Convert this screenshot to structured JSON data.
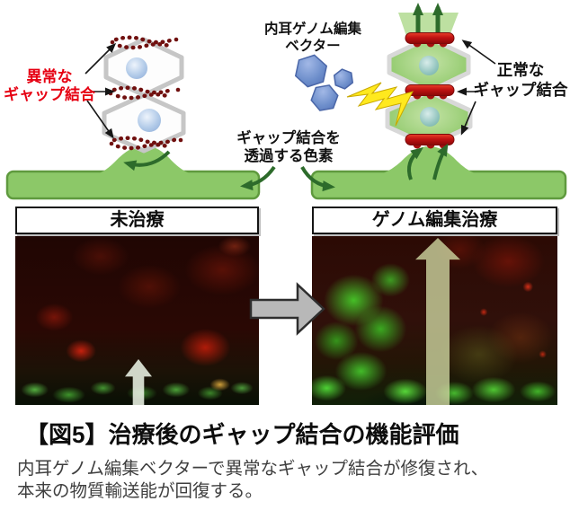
{
  "figure": {
    "labels": {
      "abnormal": {
        "line1": "異常な",
        "line2": "ギャップ結合"
      },
      "vector": {
        "line1": "内耳ゲノム編集",
        "line2": "ベクター"
      },
      "dye": {
        "line1": "ギャップ結合を",
        "line2": "透過する色素"
      },
      "normal": {
        "line1": "正常な",
        "line2": "ギャップ結合"
      }
    },
    "panels": {
      "untreated_title": "未治療",
      "treated_title": "ゲノム編集治療"
    },
    "caption": {
      "title": "【図5】治療後のギャップ結合の機能評価",
      "body1": "内耳ゲノム編集ベクターで異常なギャップ結合が修復され、",
      "body2": "本来の物質輸送能が回復する。"
    },
    "colors": {
      "epithelium_green": "#8cc868",
      "arrow_dark_green": "#2d6b2b",
      "abnormal_label_red": "#e60012",
      "gap_junction_red": "#c01212",
      "vector_blue": "#6d8ecb",
      "lightning_yellow": "#ffe91e",
      "transition_arrow_gray": "#b8b8b8"
    }
  }
}
